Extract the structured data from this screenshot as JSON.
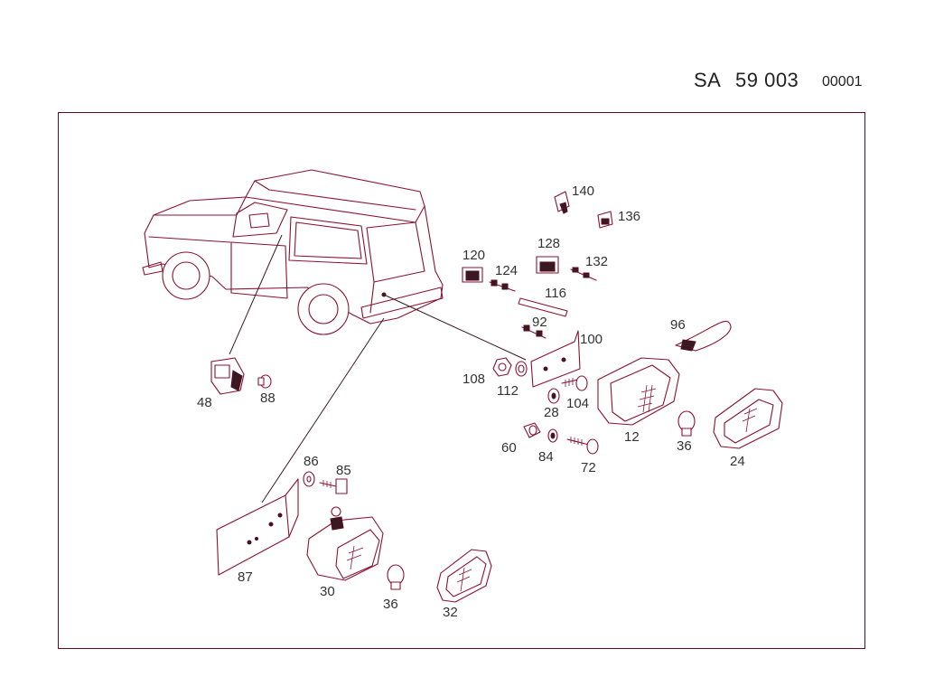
{
  "header": {
    "section": "SA",
    "group": "59 003",
    "sheet": "00001"
  },
  "colors": {
    "line": "#8a1230",
    "frame": "#5a0a1e",
    "text": "#333333"
  },
  "parts": {
    "p140": "140",
    "p136": "136",
    "p120": "120",
    "p128": "128",
    "p124": "124",
    "p132": "132",
    "p116": "116",
    "p92": "92",
    "p100": "100",
    "p96": "96",
    "p108": "108",
    "p112": "112",
    "p104": "104",
    "p28": "28",
    "p12": "12",
    "p36a": "36",
    "p24": "24",
    "p60": "60",
    "p84": "84",
    "p72": "72",
    "p48": "48",
    "p88": "88",
    "p86": "86",
    "p85": "85",
    "p87": "87",
    "p30": "30",
    "p36b": "36",
    "p32": "32"
  }
}
